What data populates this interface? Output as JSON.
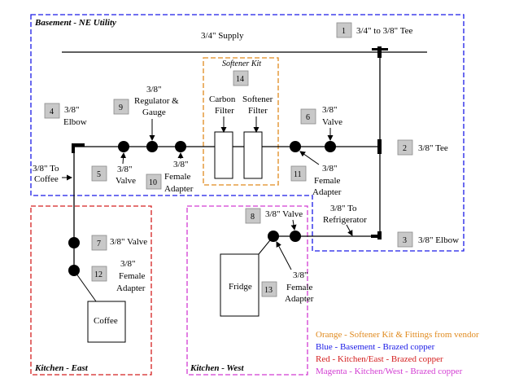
{
  "zones": {
    "basement": {
      "label": "Basement - NE Utility",
      "color": "#1a1ae6"
    },
    "kitchen_east": {
      "label": "Kitchen - East",
      "color": "#d42020"
    },
    "kitchen_west": {
      "label": "Kitchen - West",
      "color": "#d23cd2"
    },
    "softener": {
      "label": "Softener Kit",
      "color": "#e08a1e"
    }
  },
  "supply_label": "3/4\" Supply",
  "filters": {
    "carbon_1": "Carbon",
    "carbon_2": "Filter",
    "softener_1": "Softener",
    "softener_2": "Filter"
  },
  "appliances": {
    "fridge": "Fridge",
    "coffee": "Coffee"
  },
  "components": {
    "c1": {
      "num": "1",
      "label_1": "3/4\" to 3/8\" Tee"
    },
    "c2": {
      "num": "2",
      "label_1": "3/8\" Tee"
    },
    "c3": {
      "num": "3",
      "label_1": "3/8\" Elbow"
    },
    "c4": {
      "num": "4",
      "label_1": "3/8\"",
      "label_2": "Elbow"
    },
    "c5": {
      "num": "5",
      "label_1": "3/8\"",
      "label_2": "Valve"
    },
    "c6": {
      "num": "6",
      "label_1": "3/8\"",
      "label_2": "Valve"
    },
    "c7": {
      "num": "7",
      "label_1": "3/8\" Valve"
    },
    "c8": {
      "num": "8",
      "label_1": "3/8\" Valve"
    },
    "c9": {
      "num": "9",
      "label_1": "3/8\"",
      "label_2": "Regulator &",
      "label_3": "Gauge"
    },
    "c10": {
      "num": "10",
      "label_1": "3/8\"",
      "label_2": "Female",
      "label_3": "Adapter"
    },
    "c11": {
      "num": "11",
      "label_1": "3/8\"",
      "label_2": "Female",
      "label_3": "Adapter"
    },
    "c12": {
      "num": "12",
      "label_1": "3/8\"",
      "label_2": "Female",
      "label_3": "Adapter"
    },
    "c13": {
      "num": "13",
      "label_1": "3/8\"",
      "label_2": "Female",
      "label_3": "Adapter"
    },
    "c14": {
      "num": "14"
    }
  },
  "flow_labels": {
    "to_coffee_1": "3/8\" To",
    "to_coffee_2": "Coffee",
    "to_fridge_1": "3/8\" To",
    "to_fridge_2": "Refrigerator"
  },
  "legend": [
    {
      "text": "Orange - Softener Kit & Fittings from vendor",
      "color": "#e08a1e"
    },
    {
      "text": "Blue - Basement - Brazed copper",
      "color": "#1a1ae6"
    },
    {
      "text": "Red - Kitchen/East - Brazed copper",
      "color": "#d42020"
    },
    {
      "text": "Magenta - Kitchen/West - Brazed copper",
      "color": "#d23cd2"
    }
  ]
}
